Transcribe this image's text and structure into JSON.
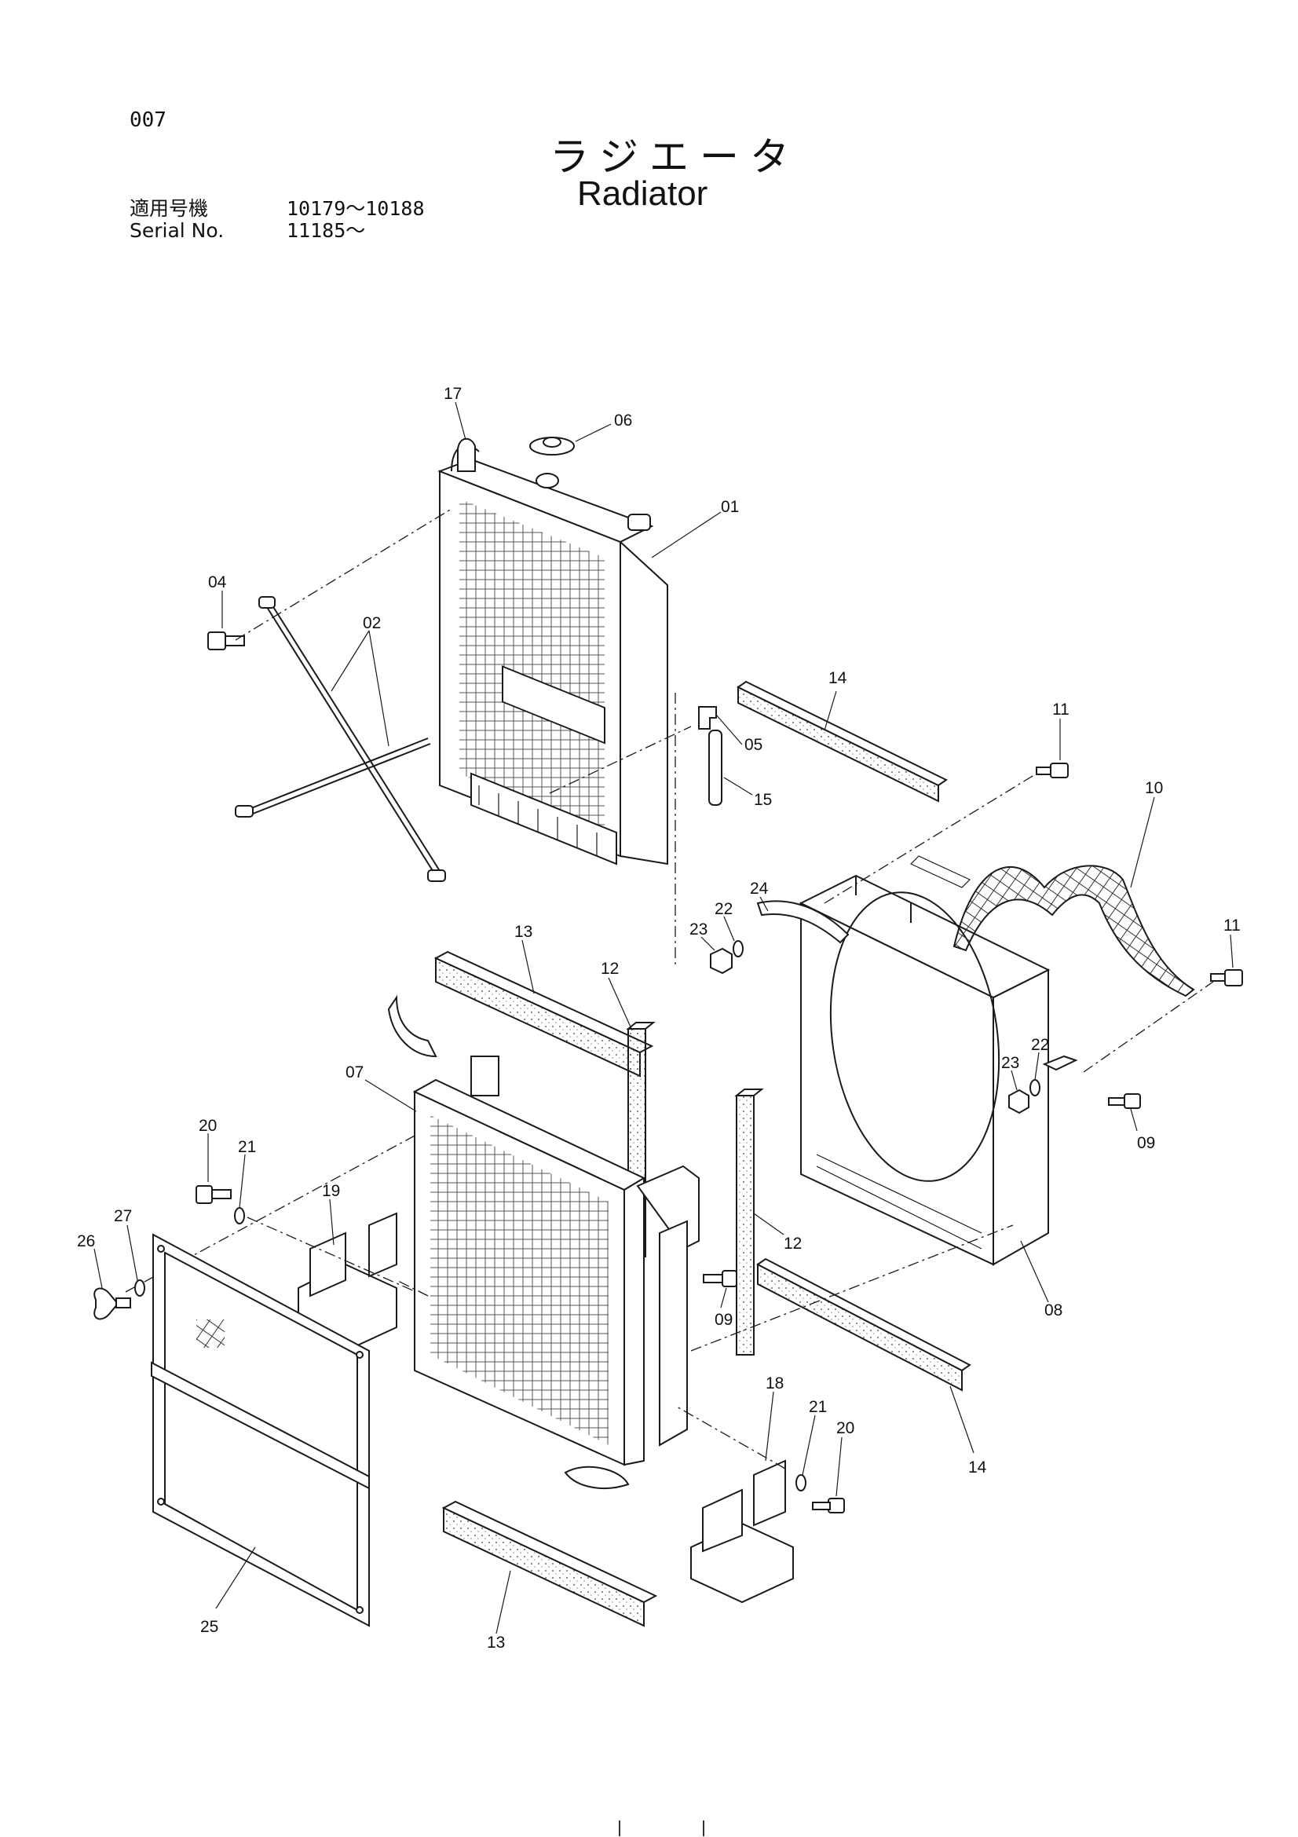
{
  "page_number": "007",
  "title_ja": "ラジエータ",
  "title_en": "Radiator",
  "serial": {
    "label_ja": "適用号機",
    "label_en": "Serial No.",
    "range_ja": "10179～10188",
    "range_en": "11185～"
  },
  "callouts": {
    "c01": "01",
    "c02": "02",
    "c04": "04",
    "c05": "05",
    "c06": "06",
    "c07": "07",
    "c08": "08",
    "c09a": "09",
    "c09b": "09",
    "c10": "10",
    "c11a": "11",
    "c11b": "11",
    "c12a": "12",
    "c12b": "12",
    "c13a": "13",
    "c13b": "13",
    "c14a": "14",
    "c14b": "14",
    "c15": "15",
    "c17": "17",
    "c18": "18",
    "c19": "19",
    "c20a": "20",
    "c20b": "20",
    "c21a": "21",
    "c21b": "21",
    "c22a": "22",
    "c22b": "22",
    "c23a": "23",
    "c23b": "23",
    "c24": "24",
    "c25": "25",
    "c26": "26",
    "c27": "27"
  }
}
